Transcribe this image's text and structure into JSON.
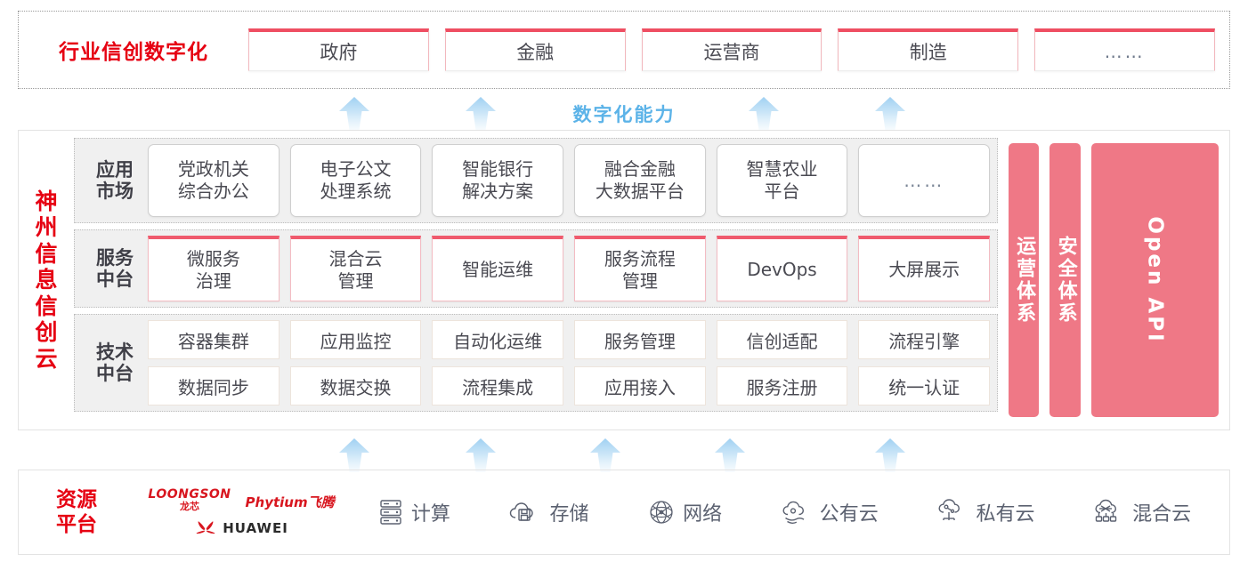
{
  "industry": {
    "title": "行业信创数字化",
    "boxes": [
      {
        "label": "政府"
      },
      {
        "label": "金融"
      },
      {
        "label": "运营商"
      },
      {
        "label": "制造"
      },
      {
        "label": "……"
      }
    ]
  },
  "capability_label": "数字化能力",
  "cloud": {
    "vertical_title": [
      "神",
      "州",
      "信",
      "息",
      "信",
      "创",
      "云"
    ],
    "layers": [
      {
        "name": "app-market",
        "label": "应用\n市场",
        "label_lines": [
          "应用",
          "市场"
        ],
        "cells": [
          "党政机关\n综合办公",
          "电子公文\n处理系统",
          "智能银行\n解决方案",
          "融合金融\n大数据平台",
          "智慧农业\n平台",
          "……"
        ]
      },
      {
        "name": "service-platform",
        "label_lines": [
          "服务",
          "中台"
        ],
        "cells": [
          "微服务\n治理",
          "混合云\n管理",
          "智能运维",
          "服务流程\n管理",
          "DevOps",
          "大屏展示"
        ]
      },
      {
        "name": "tech-platform",
        "label_lines": [
          "技术",
          "中台"
        ],
        "rows": [
          [
            "容器集群",
            "应用监控",
            "自动化运维",
            "服务管理",
            "信创适配",
            "流程引擎"
          ],
          [
            "数据同步",
            "数据交换",
            "流程集成",
            "应用接入",
            "服务注册",
            "统一认证"
          ]
        ]
      }
    ],
    "pillars": [
      {
        "text": "运营体系",
        "type": "cn"
      },
      {
        "text": "安全体系",
        "type": "cn"
      },
      {
        "text": "Open API",
        "type": "en"
      }
    ]
  },
  "resource": {
    "title_lines": [
      "资源",
      "平台"
    ],
    "vendors": [
      {
        "name": "loongson",
        "en": "LOONGSON",
        "cn": "龙芯"
      },
      {
        "name": "phytium",
        "text": "Phytium飞腾"
      },
      {
        "name": "huawei",
        "text": "HUAWEI"
      }
    ],
    "items": [
      {
        "icon": "server-icon",
        "label": "计算"
      },
      {
        "icon": "cloud-storage-icon",
        "label": "存储"
      },
      {
        "icon": "network-icon",
        "label": "网络"
      },
      {
        "icon": "public-cloud-icon",
        "label": "公有云"
      },
      {
        "icon": "private-cloud-icon",
        "label": "私有云"
      },
      {
        "icon": "hybrid-cloud-icon",
        "label": "混合云"
      }
    ]
  },
  "colors": {
    "brand_red": "#e60012",
    "pillar_pink": "#ef7886",
    "accent_blue": "#5cb3e8",
    "box_border_pink": "#ef5a6d"
  },
  "arrows": {
    "upper_count": 4,
    "lower_count": 5
  }
}
